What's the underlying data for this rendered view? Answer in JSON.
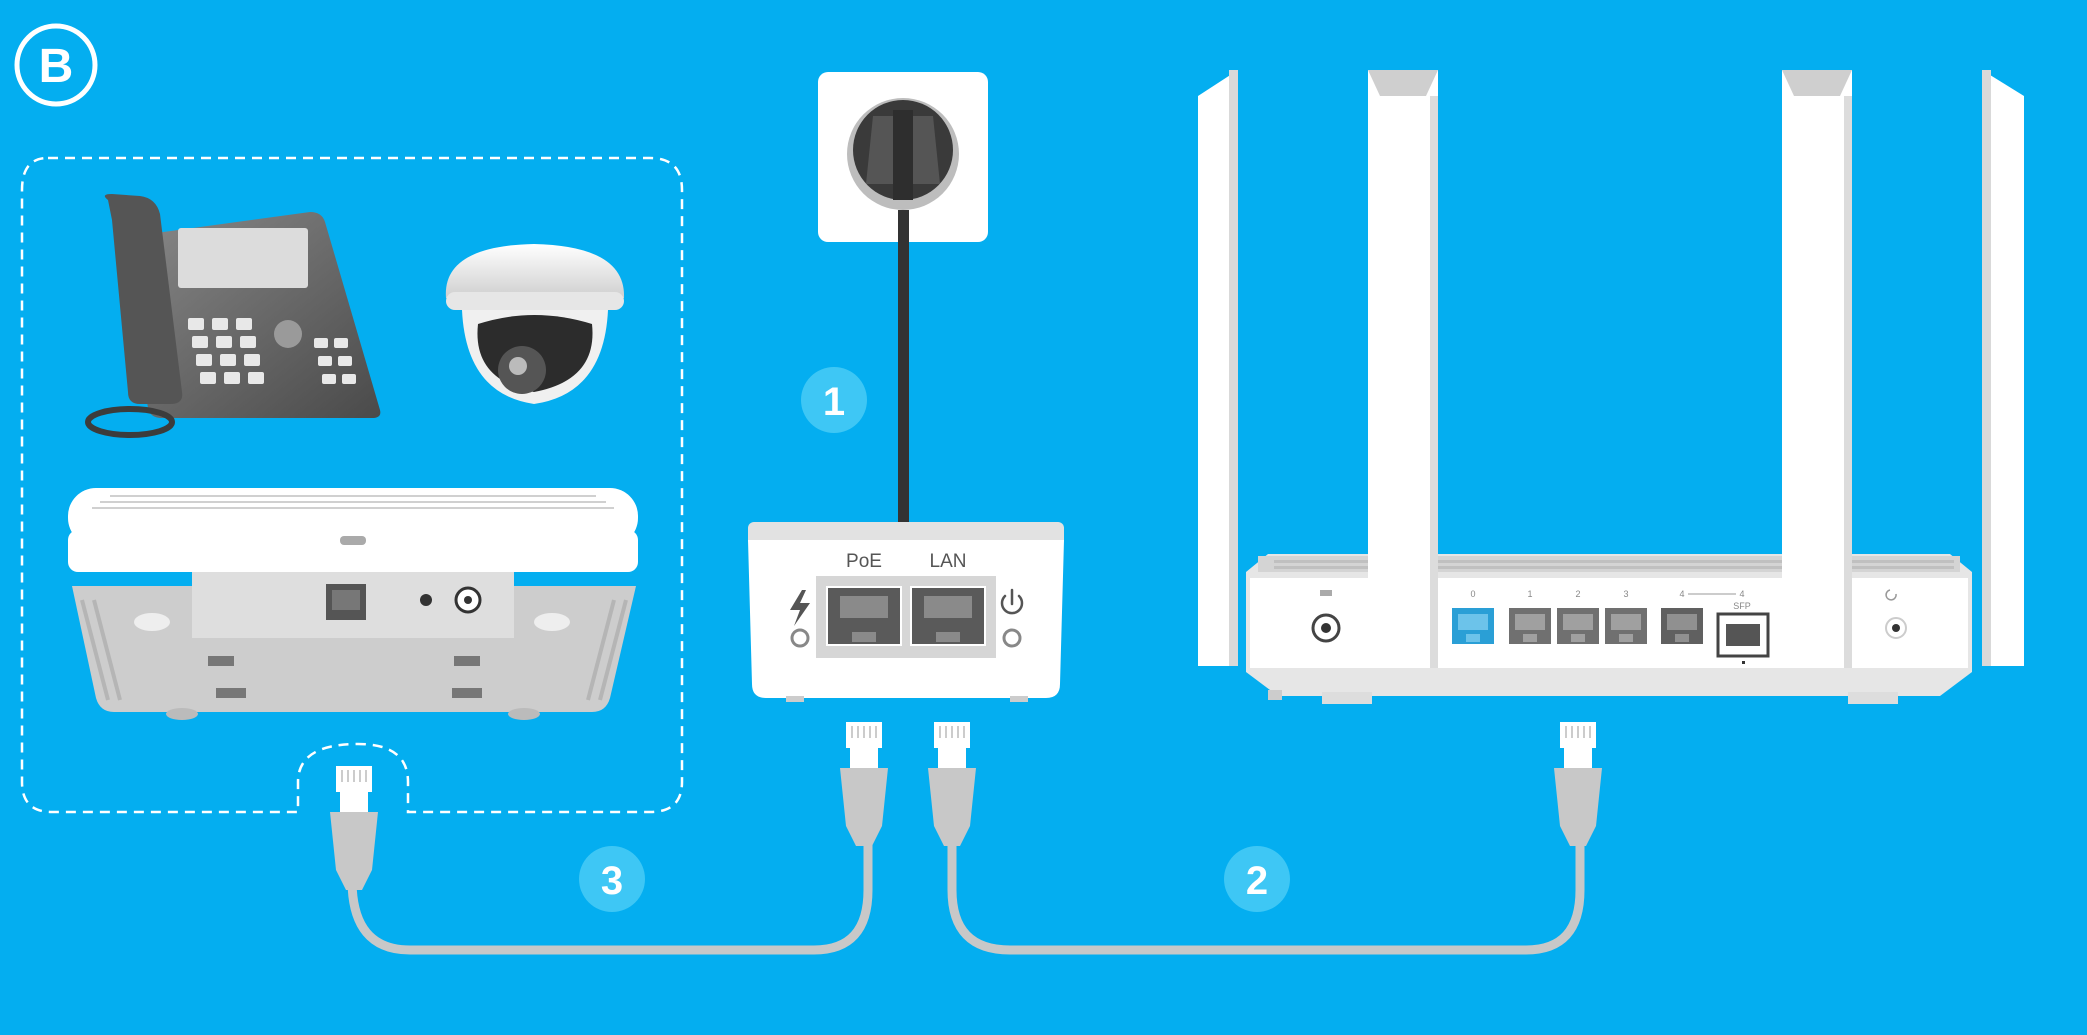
{
  "diagram": {
    "section_badge": "B",
    "injector": {
      "port_poe": "PoE",
      "port_lan": "LAN"
    },
    "steps": [
      {
        "id": "step-1",
        "number": "1"
      },
      {
        "id": "step-2",
        "number": "2"
      },
      {
        "id": "step-3",
        "number": "3"
      }
    ],
    "router": {
      "port_labels": [
        "0",
        "1",
        "2",
        "3",
        "4",
        "4"
      ],
      "sfp_label": "SFP"
    },
    "colors": {
      "background": "#04aef0",
      "badge_fill": "#3ec7f5",
      "cable": "#c8c8c8",
      "device_white": "#ffffff",
      "device_grey": "#d6d6d6",
      "accent_port": "#2a9fd6"
    },
    "icons": [
      "lightning-icon",
      "power-icon",
      "reset-icon"
    ]
  }
}
